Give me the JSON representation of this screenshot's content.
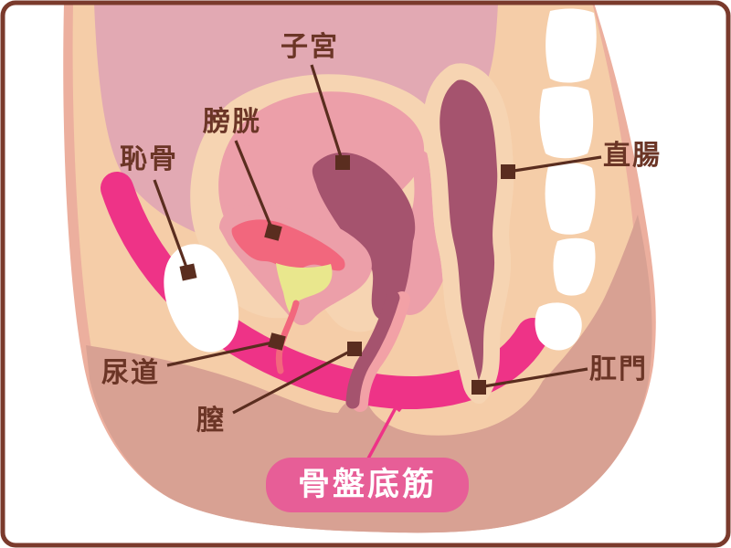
{
  "figure": {
    "type": "anatomical-cross-section-diagram",
    "subject": "female pelvis sagittal view with pelvic floor muscles",
    "labels": {
      "uterus": "子宮",
      "bladder": "膀胱",
      "pubic_bone": "恥骨",
      "rectum": "直腸",
      "urethra": "尿道",
      "vagina": "膣",
      "anus": "肛門",
      "pelvic_floor": "骨盤底筋"
    },
    "colors": {
      "background": "#FFFFFF",
      "border": "#7A3A2C",
      "label_text": "#6B3526",
      "marker_brown": "#5A2D1F",
      "skin": "#F5CDA8",
      "skin_edge": "#ECAF9E",
      "lower_body": "#D8A193",
      "abdomen": "#E2A9B3",
      "organ_outline": "#F6D4B2",
      "organ_pink": "#EC9FA9",
      "organ_dark": "#A5536E",
      "lining_pink": "#F2A1A6",
      "bladder_red": "#F2677D",
      "urine_yellow": "#E9E78D",
      "muscle_pink": "#EE3387",
      "callout_bg": "#E75E97",
      "callout_text": "#FFFFFF",
      "bone_white": "#FFFFFF"
    }
  }
}
